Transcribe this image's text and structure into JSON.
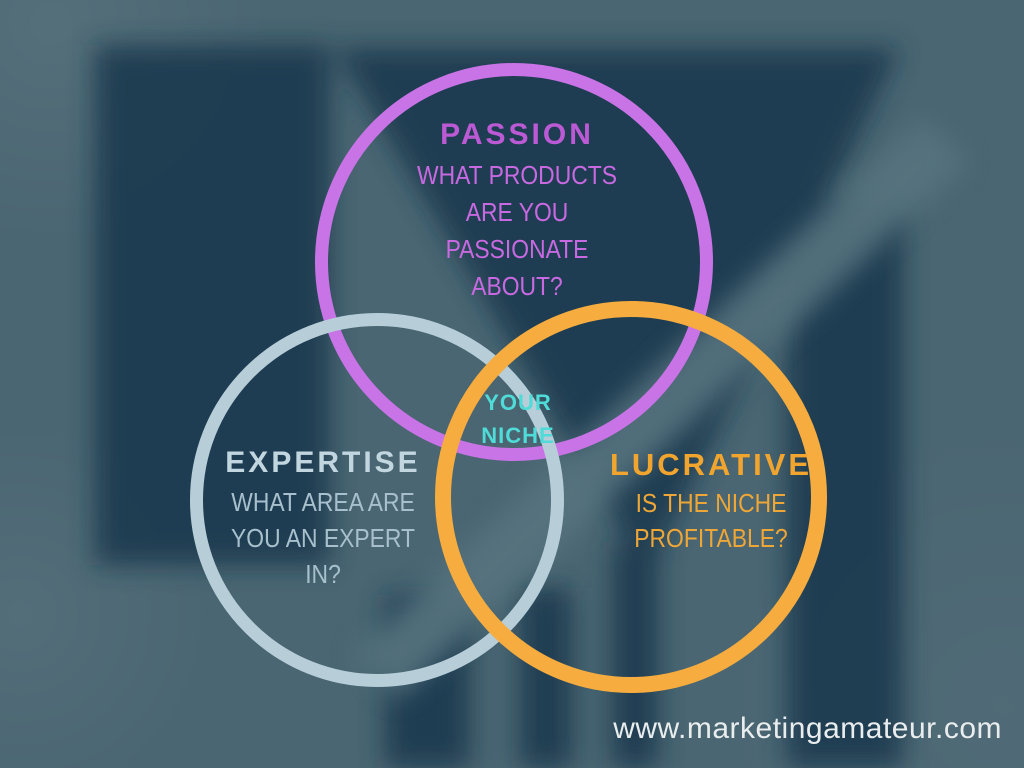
{
  "background": {
    "base_color": "#4a6672",
    "watermark_dark_color": "#14364b",
    "watermark_light_color": "#57737f",
    "watermark_description": "blurred-m-bar-chart-arrow-logo"
  },
  "diagram": {
    "type": "venn",
    "passion": {
      "title": "PASSION",
      "lines": [
        "WHAT PRODUCTS",
        "ARE YOU",
        "PASSIONATE",
        "ABOUT?"
      ],
      "circle_color": "#c873e6",
      "title_color": "#bc5ad5",
      "text_color": "#c869e1"
    },
    "expertise": {
      "title": "EXPERTISE",
      "lines": [
        "WHAT AREA ARE",
        "YOU AN EXPERT",
        "IN?"
      ],
      "circle_color": "#b7ced9",
      "title_color": "#c2d6e0",
      "text_color": "#a8c0cd"
    },
    "lucrative": {
      "title": "LUCRATIVE",
      "lines": [
        "IS THE NICHE",
        "PROFITABLE?"
      ],
      "circle_color": "#f6ac3f",
      "title_color": "#f2a52e",
      "text_color": "#eea637"
    },
    "niche": {
      "lines": [
        "YOUR",
        "NICHE"
      ],
      "text_color": "#4fdbd7"
    }
  },
  "footer": {
    "website": "www.marketingamateur.com",
    "text_color": "#e9edee"
  }
}
